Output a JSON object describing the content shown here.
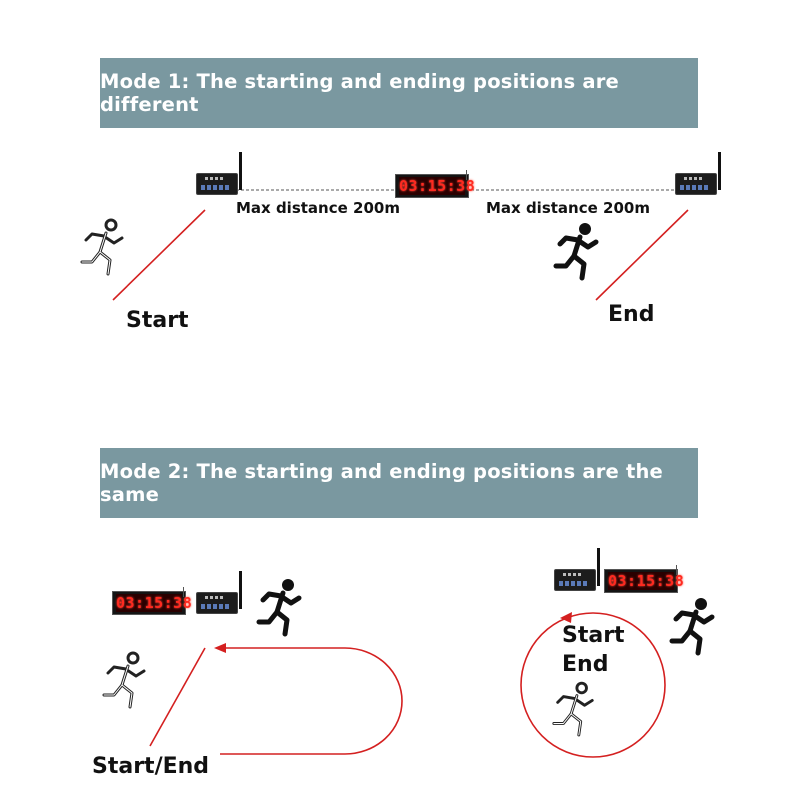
{
  "mode1": {
    "banner": "Mode 1: The starting and ending positions are different",
    "display": "03:15:38",
    "distance_left": "Max distance 200m",
    "distance_right": "Max distance 200m",
    "start_label": "Start",
    "end_label": "End"
  },
  "mode2": {
    "banner": "Mode 2: The starting and ending positions are the same",
    "display_left": "03:15:38",
    "display_right": "03:15:38",
    "track_label": "Start/End",
    "circle_start": "Start",
    "circle_end": "End"
  },
  "colors": {
    "banner_bg": "#7a98a0",
    "line_red": "#d42020",
    "led_red": "#ff2a20"
  },
  "icons": [
    "runner-solid-icon",
    "runner-outline-icon",
    "controller-box-icon",
    "led-timer-icon"
  ]
}
